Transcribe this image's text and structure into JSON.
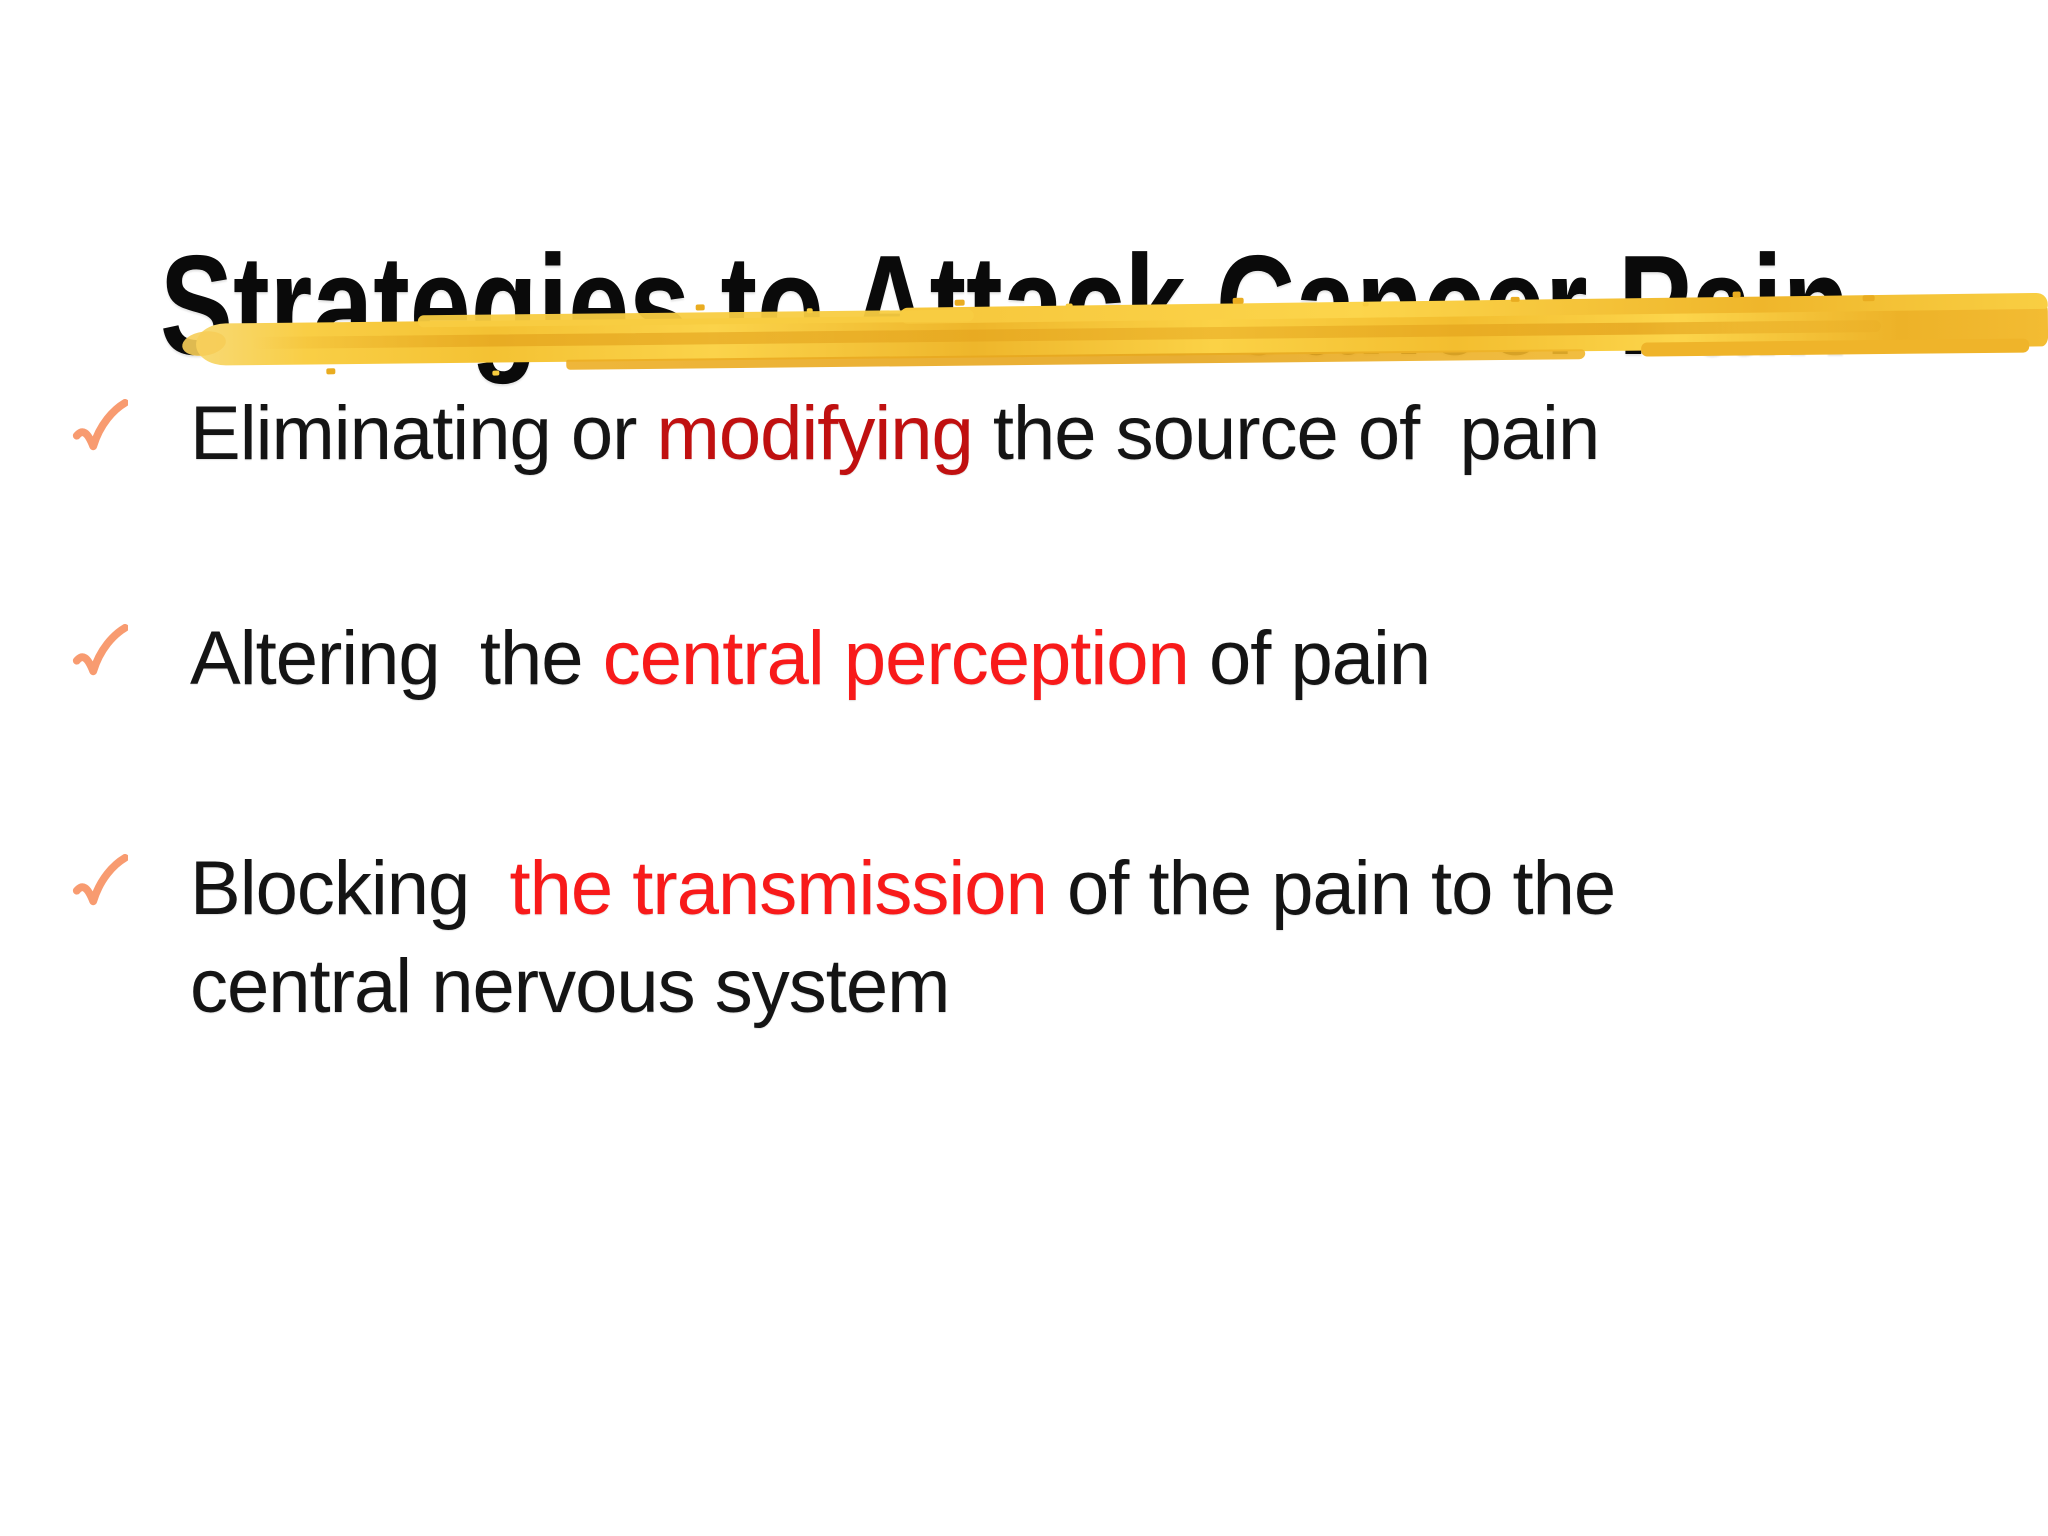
{
  "slide": {
    "title": "Strategies to Attack Cancer Pain",
    "bullets": [
      {
        "segments": [
          {
            "text": "Eliminating or ",
            "tone": "body"
          },
          {
            "text": "modifying",
            "tone": "dark_red"
          },
          {
            "text": " the source of  pain",
            "tone": "body"
          }
        ]
      },
      {
        "segments": [
          {
            "text": "Altering  the ",
            "tone": "body"
          },
          {
            "text": "central perception",
            "tone": "bright_red"
          },
          {
            "text": " of pain",
            "tone": "body"
          }
        ]
      },
      {
        "segments": [
          {
            "text": "Blocking  ",
            "tone": "body"
          },
          {
            "text": "the transmission",
            "tone": "bright_red"
          },
          {
            "text": " of the pain to the central nervous system",
            "tone": "body"
          }
        ]
      }
    ],
    "icons": {
      "bullet_icon": "checkmark-icon"
    },
    "colors": {
      "title": "#0a0a0a",
      "body": "#141414",
      "dark_red": "#c01010",
      "bright_red": "#f81a1a",
      "checkmark": "#f89b70",
      "highlight_yellow": "#fbd34a",
      "highlight_yellow_dark": "#edb228",
      "background": "#ffffff"
    }
  }
}
